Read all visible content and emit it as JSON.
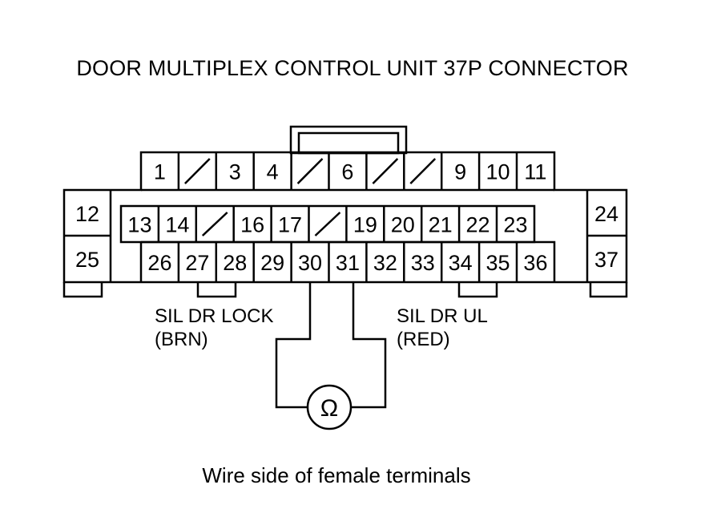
{
  "title": "DOOR MULTIPLEX CONTROL UNIT 37P CONNECTOR",
  "caption": "Wire side of female terminals",
  "terminals": {
    "row1": [
      "1",
      "",
      "3",
      "4",
      "",
      "6",
      "",
      "",
      "9",
      "10",
      "11"
    ],
    "row2": [
      "13",
      "14",
      "",
      "16",
      "17",
      "",
      "19",
      "20",
      "21",
      "22",
      "23"
    ],
    "row3": [
      "26",
      "27",
      "28",
      "29",
      "30",
      "31",
      "32",
      "33",
      "34",
      "35",
      "36"
    ],
    "side_left": [
      "12",
      "25"
    ],
    "side_right": [
      "24",
      "37"
    ]
  },
  "wires": {
    "lock": "SIL DR LOCK\n(BRN)",
    "ul": "SIL DR UL\n(RED)"
  },
  "meter_symbol": "Ω"
}
